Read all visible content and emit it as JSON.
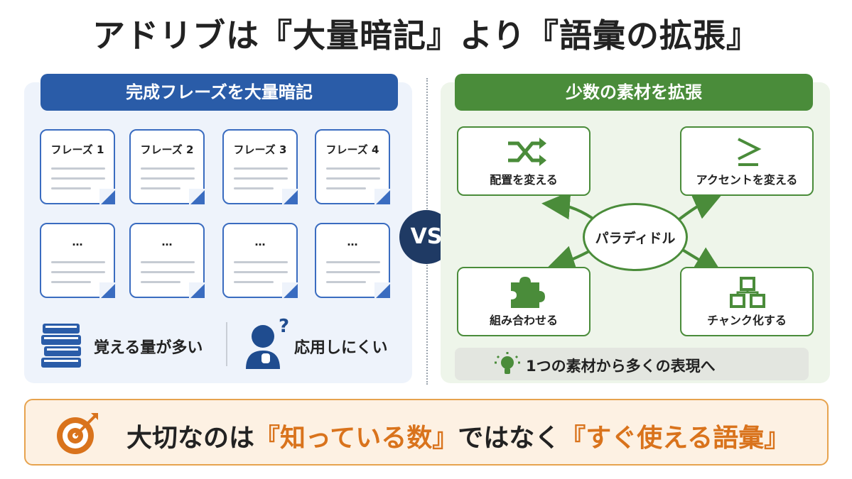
{
  "title": "アドリブは『大量暗記』より『語彙の拡張』",
  "left": {
    "header": "完成フレーズを大量暗記",
    "cards": [
      "フレーズ 1",
      "フレーズ 2",
      "フレーズ 3",
      "フレーズ 4",
      "…",
      "…",
      "…",
      "…"
    ],
    "drawbacks": [
      {
        "icon": "books-icon",
        "label": "覚える量が多い"
      },
      {
        "icon": "confused-person-icon",
        "label": "応用しにくい"
      }
    ]
  },
  "vs": "VS",
  "right": {
    "header": "少数の素材を拡張",
    "center": "パラディドル",
    "skills": [
      {
        "icon": "shuffle-icon",
        "label": "配置を変える"
      },
      {
        "icon": "accent-icon",
        "label": "アクセントを変える"
      },
      {
        "icon": "puzzle-icon",
        "label": "組み合わせる"
      },
      {
        "icon": "blocks-icon",
        "label": "チャンク化する"
      }
    ],
    "accent_symbol": ">",
    "summary": "1つの素材から多くの表現へ",
    "summary_icon": "lightbulb-icon"
  },
  "footer": {
    "icon": "target-icon",
    "prefix": "大切なのは",
    "highlight1": "『知っている数』",
    "middle": "ではなく",
    "highlight2": "『すぐ使える語彙』"
  },
  "colors": {
    "blue": "#2a5ca8",
    "green": "#4a8c3a",
    "navy": "#1f3a64",
    "orange": "#d9731c"
  }
}
